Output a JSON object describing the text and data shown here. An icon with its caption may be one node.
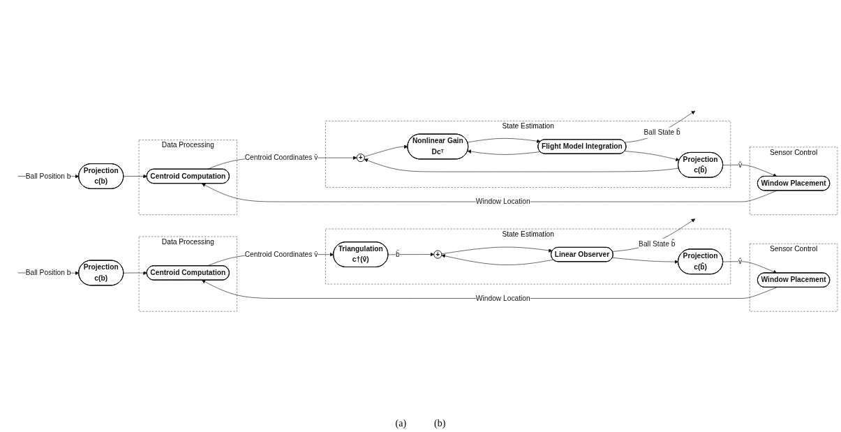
{
  "diagram": {
    "nodes": [
      {
        "text": [
          "Data Processing"
        ]
      },
      {
        "text": [
          "Centroid Computation"
        ],
        "in": 0
      },
      {
        "text": [
          "State Estimation"
        ]
      },
      {
        "text": [
          "Triangulation",
          "c†(v̂)"
        ],
        "in": 2
      },
      {
        "text": [
          "+"
        ],
        "in": 2
      },
      {
        "text": [
          "Linear Observer"
        ],
        "in": 2
      },
      {
        "text": [
          "Projection",
          "c(b̂)"
        ],
        "in": 2
      },
      {
        "text": [
          "Sensor Control"
        ]
      },
      {
        "text": [
          "Window Placement"
        ],
        "in": 7
      },
      {
        "text": [
          "Projection",
          "c(b)"
        ]
      },
      {
        "text": [
          "Data Processing"
        ]
      },
      {
        "text": [
          "Centroid Computation"
        ],
        "in": 10
      },
      {
        "text": [
          "State Estimation"
        ]
      },
      {
        "text": [
          "+"
        ],
        "in": 12
      },
      {
        "text": [
          "Nonlinear Gain",
          "Dcᵀ"
        ],
        "in": 12
      },
      {
        "text": [
          "Flight Model Integration"
        ],
        "in": 12
      },
      {
        "text": [
          "Projection",
          "c(b̂)"
        ],
        "in": 12
      },
      {
        "text": [
          "Sensor Control"
        ]
      },
      {
        "text": [
          "Window Placement"
        ],
        "in": 17
      },
      {
        "text": [
          "Projection",
          "c(b)"
        ]
      }
    ],
    "edges": [
      {
        "from": null,
        "to": 9,
        "arrow": "to",
        "label": "Ball Position b"
      },
      {
        "from": 9,
        "to": 1,
        "arrow": "to"
      },
      {
        "from": 1,
        "to": 3,
        "arrow": "to",
        "label": "Centroid Coordinates v̄"
      },
      {
        "from": 3,
        "to": 4,
        "arrow": "to",
        "label": "b̄"
      },
      {
        "from": 4,
        "to": 5,
        "arrow": "to"
      },
      {
        "from": 5,
        "to": null,
        "arrow": "to",
        "label": "Ball State b̂"
      },
      {
        "from": 5,
        "to": 6,
        "arrow": "to"
      },
      {
        "from": 5,
        "to": 4,
        "arrow": "to"
      },
      {
        "from": 6,
        "to": 8,
        "arrow": "to",
        "label": "v̂"
      },
      {
        "from": 8,
        "to": 1,
        "arrow": "to",
        "label": "Window Location"
      },
      {
        "from": null,
        "to": 19,
        "arrow": "to",
        "label": "Ball Position b"
      },
      {
        "from": 19,
        "to": 11,
        "arrow": "to"
      },
      {
        "from": 11,
        "to": 13,
        "arrow": "to",
        "label": "Centroid Coordinates v̄"
      },
      {
        "from": 13,
        "to": 14,
        "arrow": "to"
      },
      {
        "from": 14,
        "to": 15,
        "arrow": "to"
      },
      {
        "from": 15,
        "to": null,
        "arrow": "to",
        "label": "Ball State b̂"
      },
      {
        "from": 15,
        "to": 16,
        "arrow": "to"
      },
      {
        "from": 15,
        "to": 14,
        "arrow": "to"
      },
      {
        "from": 16,
        "to": 18,
        "arrow": "to",
        "label": "v̂"
      },
      {
        "from": 16,
        "to": 13,
        "arrow": "to"
      },
      {
        "from": 18,
        "to": 11,
        "arrow": "to",
        "label": "Window Location"
      }
    ],
    "labels": [
      "(a)",
      "(b)"
    ]
  }
}
